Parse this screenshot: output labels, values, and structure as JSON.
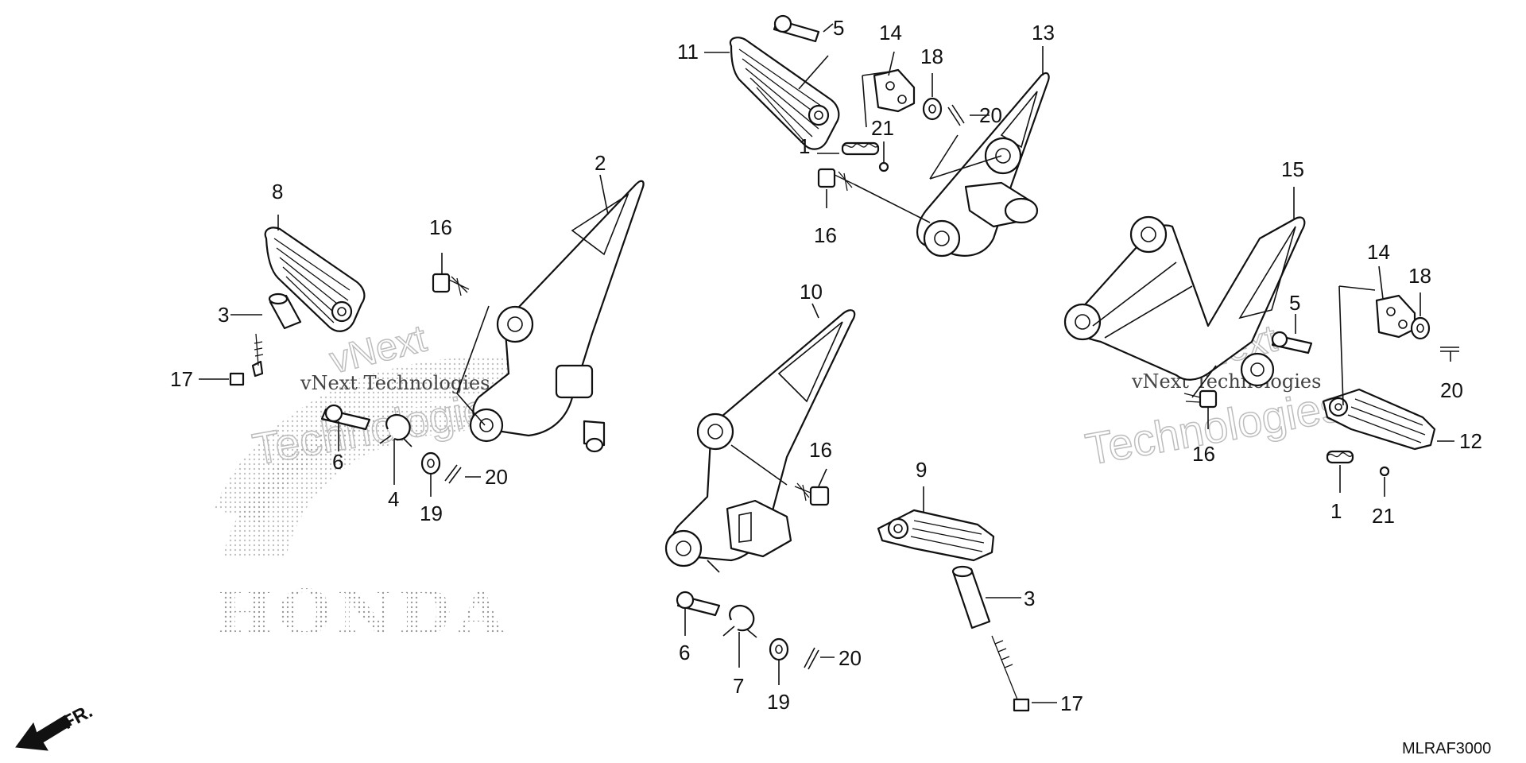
{
  "diagram": {
    "part_labels": [
      {
        "id": "p1a",
        "text": "1"
      },
      {
        "id": "p1b",
        "text": "1"
      },
      {
        "id": "p2",
        "text": "2"
      },
      {
        "id": "p3a",
        "text": "3"
      },
      {
        "id": "p3b",
        "text": "3"
      },
      {
        "id": "p4",
        "text": "4"
      },
      {
        "id": "p5a",
        "text": "5"
      },
      {
        "id": "p5b",
        "text": "5"
      },
      {
        "id": "p6a",
        "text": "6"
      },
      {
        "id": "p6b",
        "text": "6"
      },
      {
        "id": "p7",
        "text": "7"
      },
      {
        "id": "p8",
        "text": "8"
      },
      {
        "id": "p9",
        "text": "9"
      },
      {
        "id": "p10",
        "text": "10"
      },
      {
        "id": "p11",
        "text": "11"
      },
      {
        "id": "p12",
        "text": "12"
      },
      {
        "id": "p13",
        "text": "13"
      },
      {
        "id": "p14a",
        "text": "14"
      },
      {
        "id": "p14b",
        "text": "14"
      },
      {
        "id": "p15",
        "text": "15"
      },
      {
        "id": "p16a",
        "text": "16"
      },
      {
        "id": "p16b",
        "text": "16"
      },
      {
        "id": "p16c",
        "text": "16"
      },
      {
        "id": "p16d",
        "text": "16"
      },
      {
        "id": "p17a",
        "text": "17"
      },
      {
        "id": "p17b",
        "text": "17"
      },
      {
        "id": "p18a",
        "text": "18"
      },
      {
        "id": "p18b",
        "text": "18"
      },
      {
        "id": "p19a",
        "text": "19"
      },
      {
        "id": "p19b",
        "text": "19"
      },
      {
        "id": "p20a",
        "text": "20"
      },
      {
        "id": "p20b",
        "text": "20"
      },
      {
        "id": "p20c",
        "text": "20"
      },
      {
        "id": "p20d",
        "text": "20"
      },
      {
        "id": "p21a",
        "text": "21"
      },
      {
        "id": "p21b",
        "text": "21"
      }
    ],
    "front_arrow_label": "FR.",
    "diagram_code": "MLRAF3000",
    "watermarks": {
      "brand": "HONDA",
      "vnext": "vNext",
      "technologies": "Technologies",
      "vnext_technologies": "vNext Technologies"
    },
    "colors": {
      "line": "#111111",
      "background": "#ffffff",
      "watermark": "#bdbdbd"
    }
  }
}
